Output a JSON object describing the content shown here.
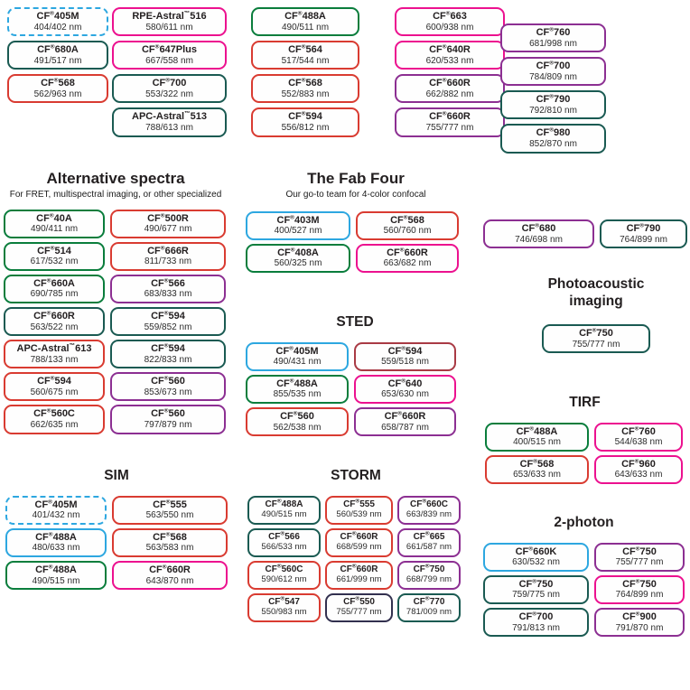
{
  "palette": {
    "blue": "#2da7e0",
    "teal": "#1a5a52",
    "green": "#0a7d3c",
    "red": "#d93b31",
    "darkred": "#a93a44",
    "pink": "#ec118f",
    "purple": "#8c2f92",
    "dark": "#32304f"
  },
  "groups": {
    "top_a": {
      "pills": [
        {
          "name": "CF®405M",
          "exem": "404/402 nm",
          "color": "blue",
          "dashed": true
        },
        {
          "name": "CF®680A",
          "exem": "491/517 nm",
          "color": "teal"
        },
        {
          "name": "CF®568",
          "exem": "562/963 nm",
          "color": "red"
        }
      ]
    },
    "top_b": {
      "pills": [
        {
          "name": "RPE-Astral™516",
          "exem": "580/611 nm",
          "color": "pink"
        },
        {
          "name": "CF®647Plus",
          "exem": "667/558 nm",
          "color": "pink"
        },
        {
          "name": "CF®700",
          "exem": "553/322 nm",
          "color": "teal"
        },
        {
          "name": "APC-Astral™513",
          "exem": "788/613 nm",
          "color": "teal"
        }
      ]
    },
    "top_c": {
      "pills": [
        {
          "name": "CF®488A",
          "exem": "490/511 nm",
          "color": "green"
        },
        {
          "name": "CF®564",
          "exem": "517/544 nm",
          "color": "red"
        },
        {
          "name": "CF®568",
          "exem": "552/883 nm",
          "color": "red"
        },
        {
          "name": "CF®594",
          "exem": "556/812 nm",
          "color": "red"
        }
      ]
    },
    "top_d": {
      "pills": [
        {
          "name": "CF®663",
          "exem": "600/938 nm",
          "color": "pink"
        },
        {
          "name": "CF®640R",
          "exem": "620/533 nm",
          "color": "pink"
        },
        {
          "name": "CF®660R",
          "exem": "662/882 nm",
          "color": "purple"
        },
        {
          "name": "CF®660R",
          "exem": "755/777 nm",
          "color": "purple"
        }
      ]
    },
    "top_e": {
      "pills": [
        {
          "name": "CF®760",
          "exem": "681/998 nm",
          "color": "purple"
        },
        {
          "name": "CF®700",
          "exem": "784/809 nm",
          "color": "purple"
        },
        {
          "name": "CF®790",
          "exem": "792/810 nm",
          "color": "teal"
        },
        {
          "name": "CF®980",
          "exem": "852/870 nm",
          "color": "teal"
        }
      ]
    },
    "alt": {
      "title": "Alternative spectra",
      "subtitle": "For FRET, multispectral imaging, or other specialized",
      "pills": [
        {
          "name": "CF®40A",
          "exem": "490/411 nm",
          "color": "green"
        },
        {
          "name": "CF®500R",
          "exem": "490/677 nm",
          "color": "red"
        },
        {
          "name": "CF®514",
          "exem": "617/532 nm",
          "color": "green"
        },
        {
          "name": "CF®666R",
          "exem": "811/733 nm",
          "color": "red"
        },
        {
          "name": "CF®660A",
          "exem": "690/785 nm",
          "color": "green"
        },
        {
          "name": "CF®566",
          "exem": "683/833 nm",
          "color": "purple"
        },
        {
          "name": "CF®660R",
          "exem": "563/522 nm",
          "color": "teal"
        },
        {
          "name": "CF®594",
          "exem": "559/852 nm",
          "color": "teal"
        },
        {
          "name": "APC-Astral™613",
          "exem": "788/133 nm",
          "color": "red"
        },
        {
          "name": "CF®594",
          "exem": "822/833 nm",
          "color": "teal"
        },
        {
          "name": "CF®594",
          "exem": "560/675 nm",
          "color": "red"
        },
        {
          "name": "CF®560",
          "exem": "853/673 nm",
          "color": "purple"
        },
        {
          "name": "CF®560C",
          "exem": "662/635 nm",
          "color": "red"
        },
        {
          "name": "CF®560",
          "exem": "797/879 nm",
          "color": "purple"
        }
      ]
    },
    "fab": {
      "title": "The Fab Four",
      "subtitle": "Our go-to team for 4-color confocal",
      "pills": [
        {
          "name": "CF®403M",
          "exem": "400/527 nm",
          "color": "blue"
        },
        {
          "name": "CF®568",
          "exem": "560/760 nm",
          "color": "red"
        },
        {
          "name": "CF®408A",
          "exem": "560/325 nm",
          "color": "green"
        },
        {
          "name": "CF®660R",
          "exem": "663/682 nm",
          "color": "pink"
        }
      ]
    },
    "pair": {
      "pills": [
        {
          "name": "CF®680",
          "exem": "746/698 nm",
          "color": "purple"
        },
        {
          "name": "CF®790",
          "exem": "764/899 nm",
          "color": "teal"
        }
      ]
    },
    "photo": {
      "title": "Photoacoustic imaging",
      "pills": [
        {
          "name": "CF®750",
          "exem": "755/777 nm",
          "color": "teal"
        }
      ]
    },
    "sted": {
      "title": "STED",
      "pills": [
        {
          "name": "CF®405M",
          "exem": "490/431 nm",
          "color": "blue"
        },
        {
          "name": "CF®594",
          "exem": "559/518 nm",
          "color": "darkred"
        },
        {
          "name": "CF®488A",
          "exem": "855/535 nm",
          "color": "green"
        },
        {
          "name": "CF®640",
          "exem": "653/630 nm",
          "color": "pink"
        },
        {
          "name": "CF®560",
          "exem": "562/538 nm",
          "color": "red"
        },
        {
          "name": "CF®660R",
          "exem": "658/787 nm",
          "color": "purple"
        }
      ]
    },
    "tirf": {
      "title": "TIRF",
      "pills": [
        {
          "name": "CF®488A",
          "exem": "400/515 nm",
          "color": "green"
        },
        {
          "name": "CF®760",
          "exem": "544/638 nm",
          "color": "pink"
        },
        {
          "name": "CF®568",
          "exem": "653/633 nm",
          "color": "red"
        },
        {
          "name": "CF®960",
          "exem": "643/633 nm",
          "color": "pink"
        }
      ]
    },
    "sim": {
      "title": "SIM",
      "pills": [
        {
          "name": "CF®405M",
          "exem": "401/432 nm",
          "color": "blue",
          "dashed": true
        },
        {
          "name": "CF®555",
          "exem": "563/550 nm",
          "color": "red"
        },
        {
          "name": "CF®488A",
          "exem": "480/633 nm",
          "color": "blue"
        },
        {
          "name": "CF®568",
          "exem": "563/583 nm",
          "color": "red"
        },
        {
          "name": "CF®488A",
          "exem": "490/515 nm",
          "color": "green"
        },
        {
          "name": "CF®660R",
          "exem": "643/870 nm",
          "color": "pink"
        }
      ]
    },
    "storm": {
      "title": "STORM",
      "pills": [
        {
          "name": "CF®488A",
          "exem": "490/515 nm",
          "color": "teal"
        },
        {
          "name": "CF®555",
          "exem": "560/539 nm",
          "color": "red"
        },
        {
          "name": "CF®660C",
          "exem": "663/839 nm",
          "color": "purple"
        },
        {
          "name": "CF®566",
          "exem": "566/533 nm",
          "color": "teal"
        },
        {
          "name": "CF®660R",
          "exem": "668/599 nm",
          "color": "red"
        },
        {
          "name": "CF®665",
          "exem": "661/587 nm",
          "color": "purple"
        },
        {
          "name": "CF®560C",
          "exem": "590/612 nm",
          "color": "red"
        },
        {
          "name": "CF®660R",
          "exem": "661/999 nm",
          "color": "red"
        },
        {
          "name": "CF®750",
          "exem": "668/799 nm",
          "color": "purple"
        },
        {
          "name": "CF®547",
          "exem": "550/983 nm",
          "color": "red"
        },
        {
          "name": "CF®550",
          "exem": "755/777 nm",
          "color": "dark"
        },
        {
          "name": "CF®770",
          "exem": "781/009 nm",
          "color": "teal"
        }
      ]
    },
    "twop": {
      "title": "2-photon",
      "pills": [
        {
          "name": "CF®660K",
          "exem": "630/532 nm",
          "color": "blue"
        },
        {
          "name": "CF®750",
          "exem": "755/777 nm",
          "color": "purple"
        },
        {
          "name": "CF®750",
          "exem": "759/775 nm",
          "color": "teal"
        },
        {
          "name": "CF®750",
          "exem": "764/899 nm",
          "color": "pink"
        },
        {
          "name": "CF®700",
          "exem": "791/813 nm",
          "color": "teal"
        },
        {
          "name": "CF®900",
          "exem": "791/870 nm",
          "color": "purple"
        }
      ]
    }
  }
}
